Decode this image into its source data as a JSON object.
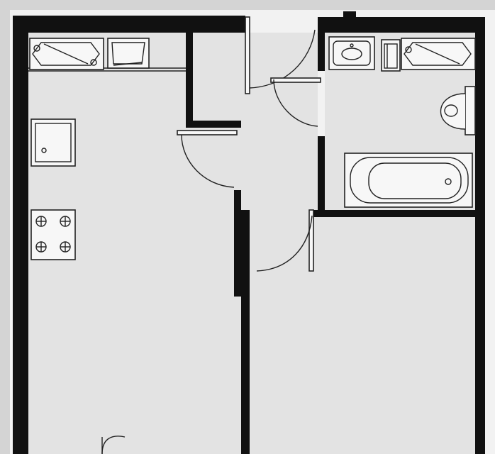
{
  "colors": {
    "page": "#d4d4d4",
    "paper": "#f2f2f2",
    "room_fill": "#e3e3e3",
    "wall": "#111111",
    "line": "#222222",
    "fixture_fill": "#f7f7f7"
  },
  "rooms": [
    {
      "id": "kitchen-living",
      "name": ""
    },
    {
      "id": "hallway",
      "name": ""
    },
    {
      "id": "bathroom",
      "name": ""
    },
    {
      "id": "bedroom",
      "name": ""
    }
  ],
  "fixtures": [
    {
      "id": "kitchen-sink",
      "type": "double-sink",
      "icon": "sink-icon"
    },
    {
      "id": "kitchen-cabinet",
      "type": "cabinet",
      "icon": "cabinet-icon"
    },
    {
      "id": "fridge",
      "type": "fridge",
      "icon": "fridge-icon"
    },
    {
      "id": "stove",
      "type": "stove",
      "icon": "stove-icon",
      "burners": 4
    },
    {
      "id": "washbasin",
      "type": "washbasin",
      "icon": "washbasin-icon"
    },
    {
      "id": "washing-machine",
      "type": "appliance",
      "icon": "washer-icon"
    },
    {
      "id": "bath-counter",
      "type": "counter",
      "icon": "counter-icon"
    },
    {
      "id": "toilet",
      "type": "toilet",
      "icon": "toilet-icon"
    },
    {
      "id": "bathtub",
      "type": "bathtub",
      "icon": "bathtub-icon"
    }
  ],
  "doors": [
    {
      "id": "entrance-door"
    },
    {
      "id": "bathroom-door"
    },
    {
      "id": "kitchen-door"
    },
    {
      "id": "bedroom-door"
    },
    {
      "id": "balcony-door"
    }
  ]
}
